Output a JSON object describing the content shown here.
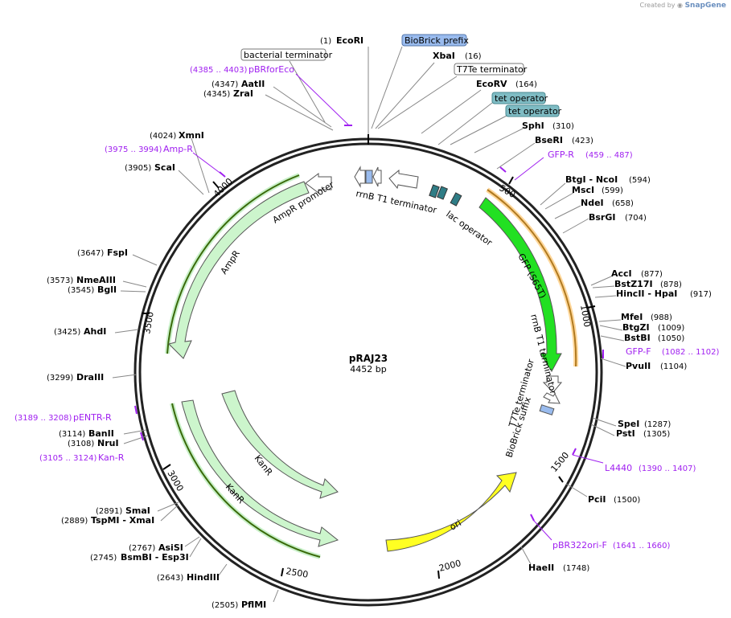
{
  "watermark": {
    "created_by": "Created by",
    "brand": "SnapGene"
  },
  "center": {
    "name": "pRAJ23",
    "size": "4452 bp"
  },
  "ticks": [
    "500",
    "1000",
    "1500",
    "2000",
    "2500",
    "3000",
    "3500",
    "4000"
  ],
  "sites_right": [
    {
      "name": "EcoRI",
      "pos": "(1)"
    },
    {
      "name": "XbaI",
      "pos": "(16)"
    },
    {
      "name": "EcoRV",
      "pos": "(164)"
    },
    {
      "name": "SphI",
      "pos": "(310)"
    },
    {
      "name": "BseRI",
      "pos": "(423)"
    },
    {
      "name": "BtgI - NcoI",
      "pos": "(594)"
    },
    {
      "name": "MscI",
      "pos": "(599)"
    },
    {
      "name": "NdeI",
      "pos": "(658)"
    },
    {
      "name": "BsrGI",
      "pos": "(704)"
    },
    {
      "name": "AccI",
      "pos": "(877)"
    },
    {
      "name": "BstZ17I",
      "pos": "(878)"
    },
    {
      "name": "HincII - HpaI",
      "pos": "(917)"
    },
    {
      "name": "MfeI",
      "pos": "(988)"
    },
    {
      "name": "BtgZI",
      "pos": "(1009)"
    },
    {
      "name": "BstBI",
      "pos": "(1050)"
    },
    {
      "name": "PvuII",
      "pos": "(1104)"
    },
    {
      "name": "SpeI",
      "pos": "(1287)"
    },
    {
      "name": "PstI",
      "pos": "(1305)"
    },
    {
      "name": "PciI",
      "pos": "(1500)"
    },
    {
      "name": "HaeII",
      "pos": "(1748)"
    }
  ],
  "sites_left": [
    {
      "name": "AatII",
      "pos": "(4347)"
    },
    {
      "name": "ZraI",
      "pos": "(4345)"
    },
    {
      "name": "XmnI",
      "pos": "(4024)"
    },
    {
      "name": "ScaI",
      "pos": "(3905)"
    },
    {
      "name": "FspI",
      "pos": "(3647)"
    },
    {
      "name": "NmeAIII",
      "pos": "(3573)"
    },
    {
      "name": "BglI",
      "pos": "(3545)"
    },
    {
      "name": "AhdI",
      "pos": "(3425)"
    },
    {
      "name": "DraIII",
      "pos": "(3299)"
    },
    {
      "name": "BanII",
      "pos": "(3114)"
    },
    {
      "name": "NruI",
      "pos": "(3108)"
    },
    {
      "name": "SmaI",
      "pos": "(2891)"
    },
    {
      "name": "TspMI - XmaI",
      "pos": "(2889)"
    },
    {
      "name": "AsiSI",
      "pos": "(2767)"
    },
    {
      "name": "BsmBI - Esp3I",
      "pos": "(2745)"
    },
    {
      "name": "HindIII",
      "pos": "(2643)"
    },
    {
      "name": "PflMI",
      "pos": "(2505)"
    }
  ],
  "primers": [
    {
      "name": "pBRforEco",
      "range": "(4385 .. 4403)"
    },
    {
      "name": "Amp-R",
      "range": "(3975 .. 3994)"
    },
    {
      "name": "GFP-R",
      "range": "(459 .. 487)"
    },
    {
      "name": "GFP-F",
      "range": "(1082 .. 1102)"
    },
    {
      "name": "L4440",
      "range": "(1390 .. 1407)"
    },
    {
      "name": "pBR322ori-F",
      "range": "(1641 .. 1660)"
    },
    {
      "name": "pENTR-R",
      "range": "(3189 .. 3208)"
    },
    {
      "name": "Kan-R",
      "range": "(3105 .. 3124)"
    }
  ],
  "boxed_labels": [
    {
      "name": "bacterial terminator"
    },
    {
      "name": "BioBrick prefix"
    },
    {
      "name": "T7Te terminator"
    },
    {
      "name": "tet operator"
    },
    {
      "name": "tet operator"
    }
  ],
  "features": [
    {
      "name": "rrnB T1 terminator"
    },
    {
      "name": "lac operator"
    },
    {
      "name": "GFP (S65T)"
    },
    {
      "name": "rrnB T1 terminator"
    },
    {
      "name": "T7Te terminator"
    },
    {
      "name": "BioBrick suffix"
    },
    {
      "name": "AmpR promoter"
    },
    {
      "name": "AmpR"
    },
    {
      "name": "KanR"
    },
    {
      "name": "KanR"
    },
    {
      "name": "ori"
    }
  ],
  "colors": {
    "backbone": "#222222",
    "primer": "#a020f0",
    "ampr": "#ccf5cc",
    "gfp": "#22e022",
    "ori": "#ffff22",
    "boxed_blue": "#99bbee",
    "boxed_teal": "#7fbcc4",
    "operator": "#2f7d86"
  }
}
